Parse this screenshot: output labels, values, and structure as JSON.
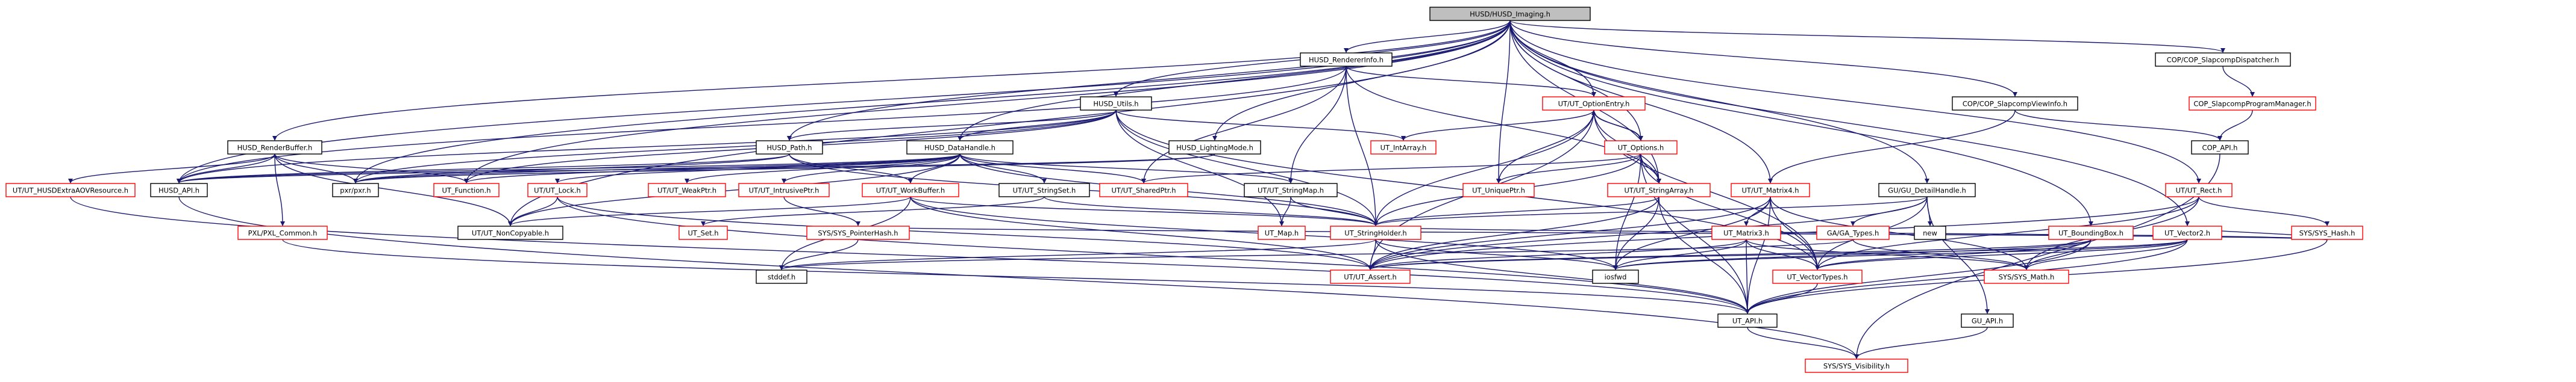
{
  "colors": {
    "edge": "#191970",
    "node_border": "#000000",
    "node_border_missing": "#ff0000",
    "node_fill": "#ffffff",
    "root_fill": "#bfbfbf",
    "text": "#000000"
  },
  "nodes": [
    {
      "id": "root",
      "label": "HUSD/HUSD_Imaging.h",
      "style": "root"
    },
    {
      "id": "renderer_info",
      "label": "HUSD_RendererInfo.h",
      "style": "normal"
    },
    {
      "id": "husd_utils",
      "label": "HUSD_Utils.h",
      "style": "normal"
    },
    {
      "id": "render_buffer",
      "label": "HUSD_RenderBuffer.h",
      "style": "normal"
    },
    {
      "id": "husd_path",
      "label": "HUSD_Path.h",
      "style": "normal"
    },
    {
      "id": "data_handle",
      "label": "HUSD_DataHandle.h",
      "style": "normal"
    },
    {
      "id": "lighting_mode",
      "label": "HUSD_LightingMode.h",
      "style": "normal"
    },
    {
      "id": "option_entry",
      "label": "UT/UT_OptionEntry.h",
      "style": "missing"
    },
    {
      "id": "int_array",
      "label": "UT_IntArray.h",
      "style": "missing"
    },
    {
      "id": "ut_options",
      "label": "UT_Options.h",
      "style": "missing"
    },
    {
      "id": "cop_dispatcher",
      "label": "COP/COP_SlapcompDispatcher.h",
      "style": "normal"
    },
    {
      "id": "cop_viewinfo",
      "label": "COP/COP_SlapcompViewInfo.h",
      "style": "normal"
    },
    {
      "id": "cop_program_mgr",
      "label": "COP_SlapcompProgramManager.h",
      "style": "missing"
    },
    {
      "id": "cop_api",
      "label": "COP_API.h",
      "style": "normal"
    },
    {
      "id": "extra_aov",
      "label": "UT/UT_HUSDExtraAOVResource.h",
      "style": "missing"
    },
    {
      "id": "husd_api",
      "label": "HUSD_API.h",
      "style": "normal"
    },
    {
      "id": "pxr",
      "label": "pxr/pxr.h",
      "style": "normal"
    },
    {
      "id": "ut_function",
      "label": "UT_Function.h",
      "style": "missing"
    },
    {
      "id": "ut_lock",
      "label": "UT/UT_Lock.h",
      "style": "missing"
    },
    {
      "id": "weak_ptr",
      "label": "UT/UT_WeakPtr.h",
      "style": "missing"
    },
    {
      "id": "intrusive_ptr",
      "label": "UT/UT_IntrusivePtr.h",
      "style": "missing"
    },
    {
      "id": "work_buffer",
      "label": "UT/UT_WorkBuffer.h",
      "style": "missing"
    },
    {
      "id": "string_set",
      "label": "UT/UT_StringSet.h",
      "style": "normal"
    },
    {
      "id": "shared_ptr",
      "label": "UT/UT_SharedPtr.h",
      "style": "missing"
    },
    {
      "id": "string_map",
      "label": "UT/UT_StringMap.h",
      "style": "normal"
    },
    {
      "id": "unique_ptr",
      "label": "UT_UniquePtr.h",
      "style": "missing"
    },
    {
      "id": "string_array",
      "label": "UT/UT_StringArray.h",
      "style": "missing"
    },
    {
      "id": "matrix4",
      "label": "UT/UT_Matrix4.h",
      "style": "missing"
    },
    {
      "id": "detail_handle",
      "label": "GU/GU_DetailHandle.h",
      "style": "normal"
    },
    {
      "id": "ut_rect",
      "label": "UT/UT_Rect.h",
      "style": "missing"
    },
    {
      "id": "pxl_common",
      "label": "PXL/PXL_Common.h",
      "style": "missing"
    },
    {
      "id": "non_copyable",
      "label": "UT/UT_NonCopyable.h",
      "style": "normal"
    },
    {
      "id": "ut_set",
      "label": "UT_Set.h",
      "style": "missing"
    },
    {
      "id": "pointer_hash",
      "label": "SYS/SYS_PointerHash.h",
      "style": "missing"
    },
    {
      "id": "ut_map",
      "label": "UT_Map.h",
      "style": "missing"
    },
    {
      "id": "string_holder",
      "label": "UT_StringHolder.h",
      "style": "missing"
    },
    {
      "id": "matrix3",
      "label": "UT_Matrix3.h",
      "style": "missing"
    },
    {
      "id": "ga_types",
      "label": "GA/GA_Types.h",
      "style": "missing"
    },
    {
      "id": "new_h",
      "label": "new",
      "style": "normal"
    },
    {
      "id": "bounding_box",
      "label": "UT_BoundingBox.h",
      "style": "missing"
    },
    {
      "id": "vector2",
      "label": "UT_Vector2.h",
      "style": "missing"
    },
    {
      "id": "sys_hash",
      "label": "SYS/SYS_Hash.h",
      "style": "missing"
    },
    {
      "id": "stddef",
      "label": "stddef.h",
      "style": "normal"
    },
    {
      "id": "ut_assert",
      "label": "UT/UT_Assert.h",
      "style": "missing"
    },
    {
      "id": "iosfwd",
      "label": "iosfwd",
      "style": "normal"
    },
    {
      "id": "vector_types",
      "label": "UT_VectorTypes.h",
      "style": "missing"
    },
    {
      "id": "sys_math",
      "label": "SYS/SYS_Math.h",
      "style": "missing"
    },
    {
      "id": "ut_api",
      "label": "UT_API.h",
      "style": "normal"
    },
    {
      "id": "gu_api",
      "label": "GU_API.h",
      "style": "normal"
    },
    {
      "id": "sys_visibility",
      "label": "SYS/SYS_Visibility.h",
      "style": "missing"
    }
  ],
  "edges": [
    [
      "root",
      "renderer_info"
    ],
    [
      "root",
      "husd_utils"
    ],
    [
      "root",
      "render_buffer"
    ],
    [
      "root",
      "husd_path"
    ],
    [
      "root",
      "data_handle"
    ],
    [
      "root",
      "lighting_mode"
    ],
    [
      "root",
      "option_entry"
    ],
    [
      "root",
      "ut_options"
    ],
    [
      "root",
      "cop_dispatcher"
    ],
    [
      "root",
      "cop_viewinfo"
    ],
    [
      "root",
      "husd_api"
    ],
    [
      "root",
      "pxr"
    ],
    [
      "root",
      "ut_function"
    ],
    [
      "root",
      "string_array"
    ],
    [
      "root",
      "matrix4"
    ],
    [
      "root",
      "detail_handle"
    ],
    [
      "root",
      "ut_rect"
    ],
    [
      "root",
      "bounding_box"
    ],
    [
      "root",
      "vector2"
    ],
    [
      "root",
      "non_copyable"
    ],
    [
      "root",
      "unique_ptr"
    ],
    [
      "renderer_info",
      "option_entry"
    ],
    [
      "renderer_info",
      "husd_api"
    ],
    [
      "renderer_info",
      "string_holder"
    ],
    [
      "renderer_info",
      "string_map"
    ],
    [
      "renderer_info",
      "string_array"
    ],
    [
      "renderer_info",
      "shared_ptr"
    ],
    [
      "husd_utils",
      "husd_path"
    ],
    [
      "husd_utils",
      "data_handle"
    ],
    [
      "husd_utils",
      "husd_api"
    ],
    [
      "husd_utils",
      "pxr"
    ],
    [
      "husd_utils",
      "int_array"
    ],
    [
      "husd_utils",
      "string_holder"
    ],
    [
      "husd_utils",
      "ut_map"
    ],
    [
      "husd_utils",
      "ut_function"
    ],
    [
      "husd_utils",
      "vector_types"
    ],
    [
      "render_buffer",
      "husd_api"
    ],
    [
      "render_buffer",
      "extra_aov"
    ],
    [
      "render_buffer",
      "pxl_common"
    ],
    [
      "render_buffer",
      "non_copyable"
    ],
    [
      "render_buffer",
      "pxr"
    ],
    [
      "render_buffer",
      "ut_function"
    ],
    [
      "husd_path",
      "husd_api"
    ],
    [
      "husd_path",
      "pxr"
    ],
    [
      "husd_path",
      "string_holder"
    ],
    [
      "husd_path",
      "work_buffer"
    ],
    [
      "data_handle",
      "husd_api"
    ],
    [
      "data_handle",
      "pxr"
    ],
    [
      "data_handle",
      "ut_lock"
    ],
    [
      "data_handle",
      "weak_ptr"
    ],
    [
      "data_handle",
      "intrusive_ptr"
    ],
    [
      "data_handle",
      "work_buffer"
    ],
    [
      "data_handle",
      "string_set"
    ],
    [
      "data_handle",
      "shared_ptr"
    ],
    [
      "data_handle",
      "string_map"
    ],
    [
      "data_handle",
      "string_holder"
    ],
    [
      "data_handle",
      "non_copyable"
    ],
    [
      "data_handle",
      "ut_function"
    ],
    [
      "lighting_mode",
      "husd_api"
    ],
    [
      "lighting_mode",
      "pxr"
    ],
    [
      "option_entry",
      "ut_options"
    ],
    [
      "option_entry",
      "int_array"
    ],
    [
      "option_entry",
      "unique_ptr"
    ],
    [
      "option_entry",
      "string_holder"
    ],
    [
      "option_entry",
      "string_array"
    ],
    [
      "option_entry",
      "ut_assert"
    ],
    [
      "option_entry",
      "vector_types"
    ],
    [
      "ut_options",
      "option_entry"
    ],
    [
      "ut_options",
      "string_array"
    ],
    [
      "ut_options",
      "unique_ptr"
    ],
    [
      "ut_options",
      "string_holder"
    ],
    [
      "ut_options",
      "shared_ptr"
    ],
    [
      "ut_options",
      "iosfwd"
    ],
    [
      "ut_options",
      "vector_types"
    ],
    [
      "ut_options",
      "ut_api"
    ],
    [
      "cop_dispatcher",
      "cop_program_mgr"
    ],
    [
      "cop_program_mgr",
      "cop_api"
    ],
    [
      "cop_viewinfo",
      "cop_api"
    ],
    [
      "cop_viewinfo",
      "matrix4"
    ],
    [
      "cop_api",
      "sys_visibility"
    ],
    [
      "husd_api",
      "sys_visibility"
    ],
    [
      "extra_aov",
      "ut_api"
    ],
    [
      "pxl_common",
      "ut_api"
    ],
    [
      "ut_lock",
      "non_copyable"
    ],
    [
      "ut_lock",
      "ut_api"
    ],
    [
      "ut_lock",
      "ut_assert"
    ],
    [
      "intrusive_ptr",
      "pointer_hash"
    ],
    [
      "work_buffer",
      "ut_assert"
    ],
    [
      "work_buffer",
      "string_holder"
    ],
    [
      "work_buffer",
      "stddef"
    ],
    [
      "work_buffer",
      "iosfwd"
    ],
    [
      "work_buffer",
      "non_copyable"
    ],
    [
      "string_set",
      "ut_set"
    ],
    [
      "string_set",
      "string_holder"
    ],
    [
      "string_map",
      "ut_map"
    ],
    [
      "string_map",
      "string_holder"
    ],
    [
      "string_array",
      "string_holder"
    ],
    [
      "string_array",
      "ut_api"
    ],
    [
      "string_array",
      "iosfwd"
    ],
    [
      "string_array",
      "ut_assert"
    ],
    [
      "matrix4",
      "matrix3"
    ],
    [
      "matrix4",
      "ut_api"
    ],
    [
      "matrix4",
      "ut_assert"
    ],
    [
      "matrix4",
      "vector_types"
    ],
    [
      "matrix4",
      "iosfwd"
    ],
    [
      "matrix4",
      "sys_math"
    ],
    [
      "detail_handle",
      "ga_types"
    ],
    [
      "detail_handle",
      "new_h"
    ],
    [
      "detail_handle",
      "gu_api"
    ],
    [
      "detail_handle",
      "string_holder"
    ],
    [
      "detail_handle",
      "vector_types"
    ],
    [
      "detail_handle",
      "ut_assert"
    ],
    [
      "ut_rect",
      "sys_hash"
    ],
    [
      "ut_rect",
      "ut_assert"
    ],
    [
      "ut_rect",
      "vector_types"
    ],
    [
      "ut_rect",
      "sys_math"
    ],
    [
      "pointer_hash",
      "stddef"
    ],
    [
      "pointer_hash",
      "sys_hash"
    ],
    [
      "string_holder",
      "ut_api"
    ],
    [
      "string_holder",
      "ut_assert"
    ],
    [
      "string_holder",
      "iosfwd"
    ],
    [
      "string_holder",
      "sys_hash"
    ],
    [
      "string_holder",
      "stddef"
    ],
    [
      "matrix3",
      "ut_api"
    ],
    [
      "matrix3",
      "ut_assert"
    ],
    [
      "matrix3",
      "vector_types"
    ],
    [
      "matrix3",
      "iosfwd"
    ],
    [
      "matrix3",
      "sys_math"
    ],
    [
      "ga_types",
      "stddef"
    ],
    [
      "ga_types",
      "sys_math"
    ],
    [
      "bounding_box",
      "ut_api"
    ],
    [
      "bounding_box",
      "vector_types"
    ],
    [
      "bounding_box",
      "iosfwd"
    ],
    [
      "bounding_box",
      "sys_math"
    ],
    [
      "bounding_box",
      "ut_assert"
    ],
    [
      "vector2",
      "ut_api"
    ],
    [
      "vector2",
      "vector_types"
    ],
    [
      "vector2",
      "ut_assert"
    ],
    [
      "vector2",
      "sys_math"
    ],
    [
      "vector2",
      "iosfwd"
    ],
    [
      "vector2",
      "sys_hash"
    ],
    [
      "sys_hash",
      "ut_api"
    ],
    [
      "vector_types",
      "ut_api"
    ],
    [
      "ut_api",
      "sys_visibility"
    ],
    [
      "gu_api",
      "sys_visibility"
    ]
  ]
}
